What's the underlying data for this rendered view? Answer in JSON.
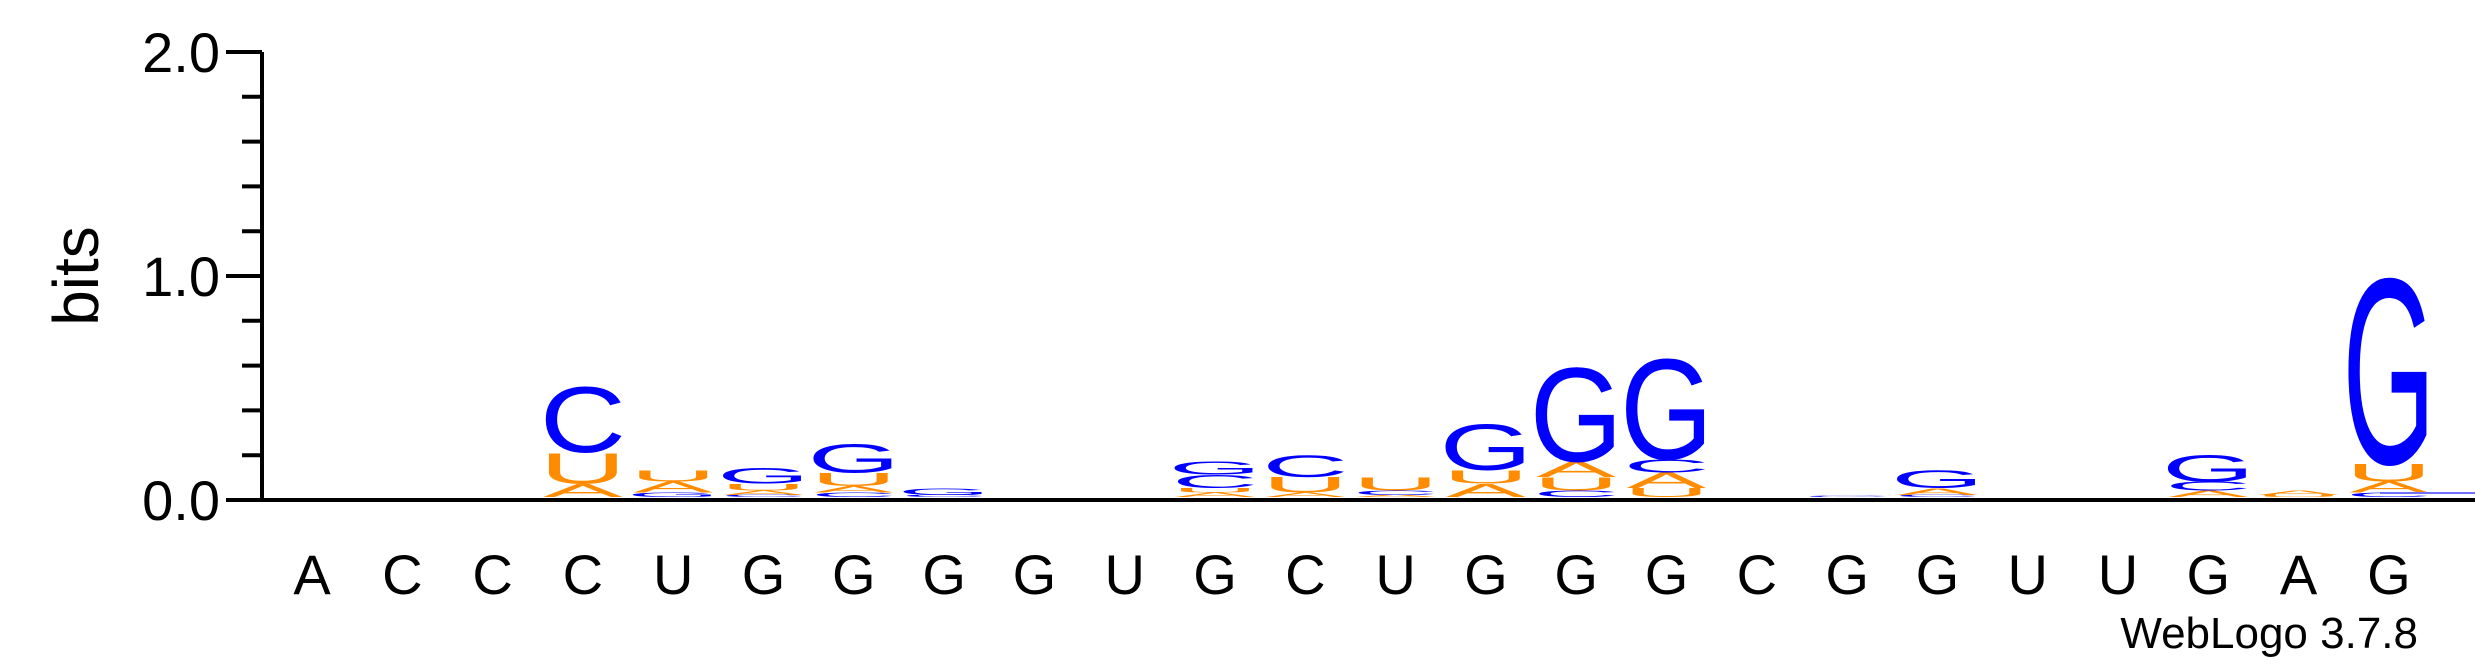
{
  "chart_data": {
    "type": "sequence-logo",
    "ylabel": "bits",
    "ylim": [
      0,
      2.0
    ],
    "yticks": [
      "0.0",
      "1.0",
      "2.0"
    ],
    "credit": "WebLogo 3.7.8",
    "colors": {
      "G": "#0000ff",
      "C": "#0000ff",
      "U": "#ff8c00",
      "A": "#ff8c00"
    },
    "positions": [
      {
        "label": "A",
        "stack": []
      },
      {
        "label": "C",
        "stack": []
      },
      {
        "label": "C",
        "stack": []
      },
      {
        "label": "C",
        "stack": [
          {
            "letter": "A",
            "bits": 0.06
          },
          {
            "letter": "U",
            "bits": 0.14
          },
          {
            "letter": "C",
            "bits": 0.3
          }
        ]
      },
      {
        "label": "U",
        "stack": [
          {
            "letter": "G",
            "bits": 0.02
          },
          {
            "letter": "A",
            "bits": 0.05
          },
          {
            "letter": "U",
            "bits": 0.05
          }
        ]
      },
      {
        "label": "G",
        "stack": [
          {
            "letter": "C",
            "bits": 0.01
          },
          {
            "letter": "A",
            "bits": 0.02
          },
          {
            "letter": "U",
            "bits": 0.03
          },
          {
            "letter": "G",
            "bits": 0.07
          }
        ]
      },
      {
        "label": "G",
        "stack": [
          {
            "letter": "C",
            "bits": 0.02
          },
          {
            "letter": "A",
            "bits": 0.03
          },
          {
            "letter": "U",
            "bits": 0.06
          },
          {
            "letter": "G",
            "bits": 0.13
          }
        ]
      },
      {
        "label": "G",
        "stack": [
          {
            "letter": "C",
            "bits": 0.01
          },
          {
            "letter": "G",
            "bits": 0.03
          }
        ]
      },
      {
        "label": "G",
        "stack": []
      },
      {
        "label": "U",
        "stack": []
      },
      {
        "label": "G",
        "stack": [
          {
            "letter": "A",
            "bits": 0.02
          },
          {
            "letter": "U",
            "bits": 0.02
          },
          {
            "letter": "C",
            "bits": 0.06
          },
          {
            "letter": "G",
            "bits": 0.06
          }
        ]
      },
      {
        "label": "C",
        "stack": [
          {
            "letter": "A",
            "bits": 0.02
          },
          {
            "letter": "U",
            "bits": 0.07
          },
          {
            "letter": "C",
            "bits": 0.1
          }
        ]
      },
      {
        "label": "U",
        "stack": [
          {
            "letter": "A",
            "bits": 0.01
          },
          {
            "letter": "C",
            "bits": 0.02
          },
          {
            "letter": "U",
            "bits": 0.06
          }
        ]
      },
      {
        "label": "G",
        "stack": [
          {
            "letter": "A",
            "bits": 0.06
          },
          {
            "letter": "U",
            "bits": 0.06
          },
          {
            "letter": "G",
            "bits": 0.21
          }
        ]
      },
      {
        "label": "G",
        "stack": [
          {
            "letter": "C",
            "bits": 0.03
          },
          {
            "letter": "U",
            "bits": 0.06
          },
          {
            "letter": "A",
            "bits": 0.07
          },
          {
            "letter": "G",
            "bits": 0.43
          }
        ]
      },
      {
        "label": "G",
        "stack": [
          {
            "letter": "U",
            "bits": 0.04
          },
          {
            "letter": "A",
            "bits": 0.07
          },
          {
            "letter": "C",
            "bits": 0.06
          },
          {
            "letter": "G",
            "bits": 0.46
          }
        ]
      },
      {
        "label": "C",
        "stack": []
      },
      {
        "label": "G",
        "stack": [
          {
            "letter": "C",
            "bits": 0.005
          }
        ]
      },
      {
        "label": "G",
        "stack": [
          {
            "letter": "C",
            "bits": 0.01
          },
          {
            "letter": "A",
            "bits": 0.03
          },
          {
            "letter": "G",
            "bits": 0.08
          }
        ]
      },
      {
        "label": "U",
        "stack": []
      },
      {
        "label": "U",
        "stack": []
      },
      {
        "label": "G",
        "stack": [
          {
            "letter": "A",
            "bits": 0.03
          },
          {
            "letter": "C",
            "bits": 0.04
          },
          {
            "letter": "G",
            "bits": 0.12
          }
        ]
      },
      {
        "label": "A",
        "stack": [
          {
            "letter": "U",
            "bits": 0.01
          },
          {
            "letter": "A",
            "bits": 0.02
          }
        ]
      },
      {
        "label": "G",
        "stack": [
          {
            "letter": "C",
            "bits": 0.02
          },
          {
            "letter": "A",
            "bits": 0.05
          },
          {
            "letter": "U",
            "bits": 0.08
          },
          {
            "letter": "G",
            "bits": 0.85
          }
        ]
      }
    ]
  }
}
